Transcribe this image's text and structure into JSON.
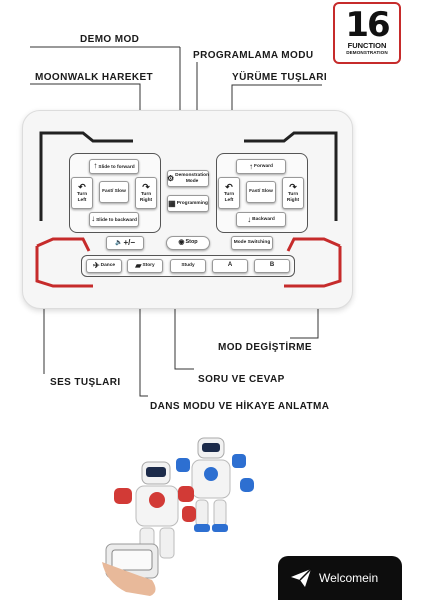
{
  "badge": {
    "number": "16",
    "line1": "FUNCTION",
    "line2": "DEMONSTRATION"
  },
  "callouts": {
    "demo_mod": "DEMO MOD",
    "programlama_modu": "PROGRAMLAMA MODU",
    "moonwalk_hareket": "MOONWALK HAREKET",
    "yurume_tuslari": "YÜRÜME TUŞLARI",
    "mod_degistirme": "MOD DEGİŞTİRME",
    "ses_tuslari": "SES TUŞLARI",
    "soru_ve_cevap": "SORU VE CEVAP",
    "dans_modu": "DANS MODU VE HİKAYE ANLATMA"
  },
  "remote": {
    "left_pad": {
      "up": "Slide to forward",
      "left": "Turn Left",
      "center": "Fast/ Slow",
      "right": "Turn Right",
      "down": "Slide to backward"
    },
    "middle": {
      "demo": "Demonstration Mode",
      "programming": "Programming"
    },
    "right_pad": {
      "up": "Forward",
      "left": "Turn Left",
      "center": "Fast/ Slow",
      "right": "Turn Right",
      "down": "Backward"
    },
    "volume": "+/−",
    "stop": "Stop",
    "mode_switching": "Mode Switching",
    "dance": "Dance",
    "story": "Story",
    "study": "Study",
    "a": "A",
    "b": "B"
  },
  "brand": {
    "name": "Welcomein"
  },
  "colors": {
    "accent_red": "#c62b2b",
    "remote_body": "#f6f6f6",
    "robot_blue": "#2d6fd1"
  },
  "icons": [
    "send-arrow-icon",
    "speaker-icon",
    "stop-circle-icon",
    "dance-icon",
    "book-icon",
    "gear-icon",
    "programming-window-icon"
  ]
}
